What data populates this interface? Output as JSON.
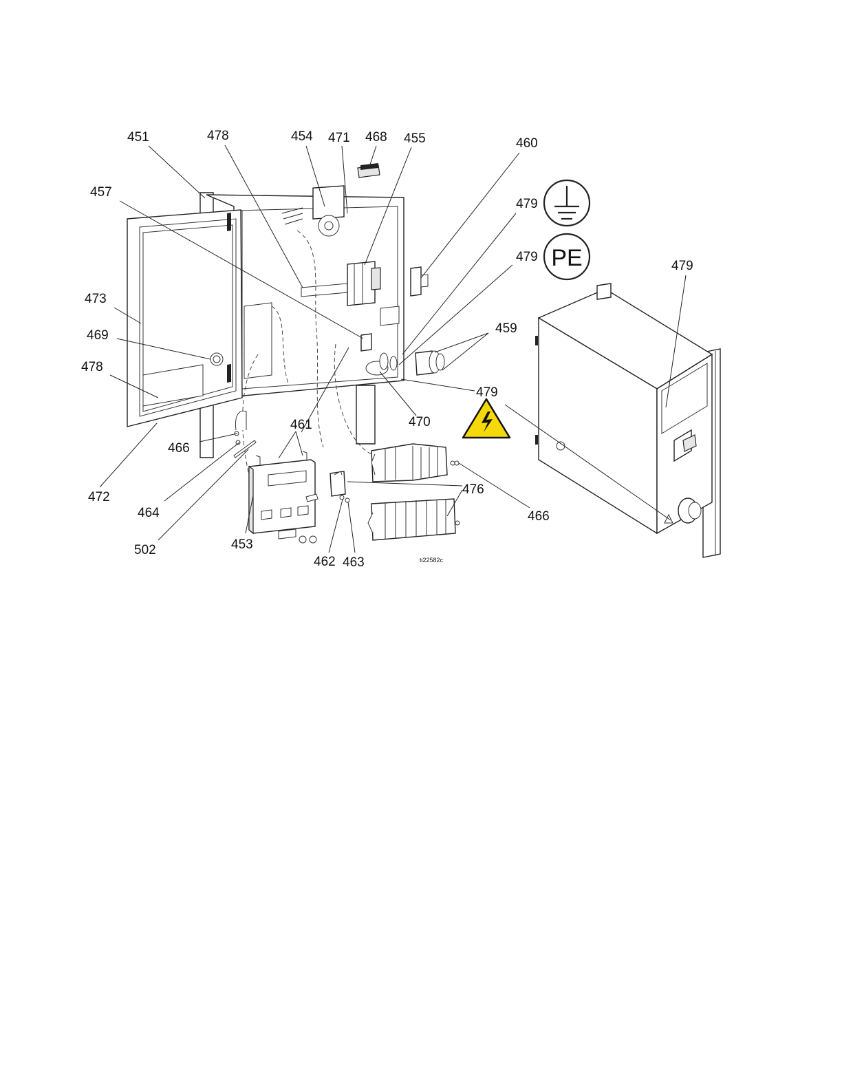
{
  "callouts": {
    "c451": "451",
    "c478_top": "478",
    "c454": "454",
    "c471": "471",
    "c468": "468",
    "c455": "455",
    "c460": "460",
    "c457": "457",
    "c479_ground": "479",
    "c479_pe": "479",
    "c479_right": "479",
    "c473": "473",
    "c469": "469",
    "c478_left": "478",
    "c459": "459",
    "c479_warning": "479",
    "c470": "470",
    "c461": "461",
    "c466_left": "466",
    "c476": "476",
    "c472": "472",
    "c466_right": "466",
    "c464": "464",
    "c502": "502",
    "c453": "453",
    "c462": "462",
    "c463": "463"
  },
  "pe_symbol_text": "PE",
  "figure_id": "ti22582c",
  "colors": {
    "warning_yellow": "#f5d90a",
    "line": "#222222"
  },
  "icons": {
    "ground": "ground-symbol-icon",
    "pe": "pe-symbol-icon",
    "warning": "high-voltage-warning-icon"
  }
}
